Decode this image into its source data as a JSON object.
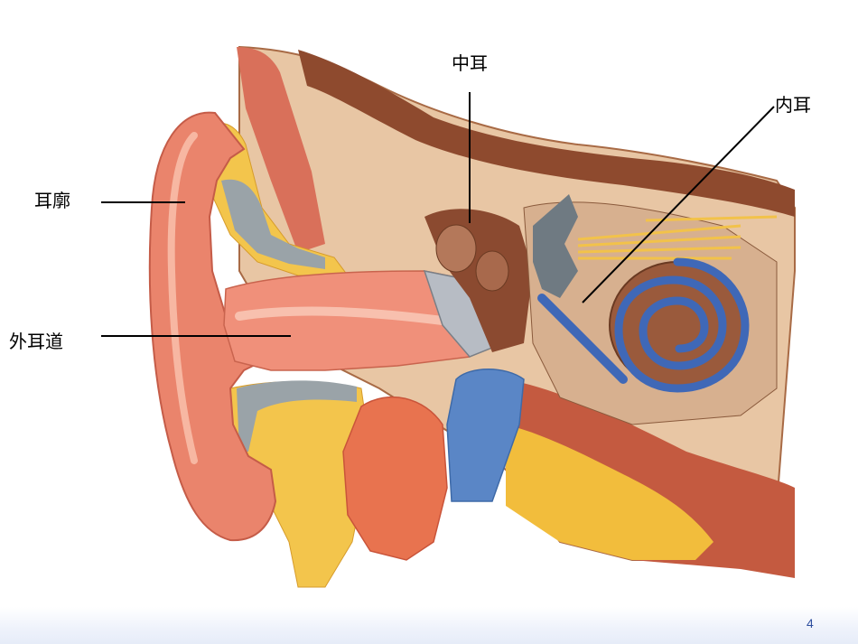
{
  "labels": {
    "middle_ear": "中耳",
    "inner_ear": "内耳",
    "auricle": "耳廓",
    "ear_canal": "外耳道"
  },
  "page_number": "4",
  "colors": {
    "skin": "#e9806a",
    "skin_light": "#f4a48c",
    "bone": "#e9c7a5",
    "bone_dark": "#8a4a2c",
    "fat": "#f2bd3c",
    "vessel": "#5a86c6",
    "cochlea_blue": "#3f68b7",
    "canal": "#f08f7a",
    "muscle": "#c5533a"
  }
}
